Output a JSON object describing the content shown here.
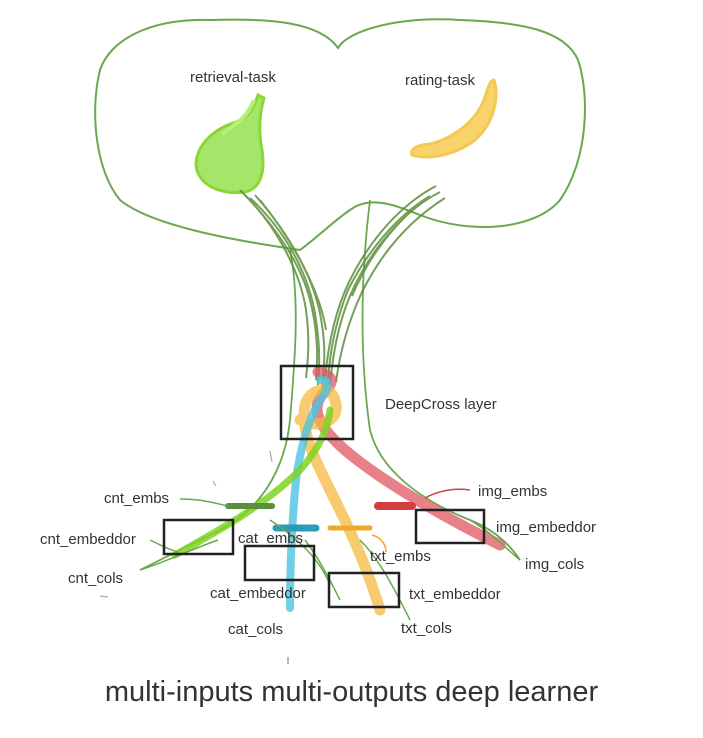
{
  "labels": {
    "retrieval_task": "retrieval-task",
    "rating_task": "rating-task",
    "deepcross_layer": "DeepCross layer",
    "cnt_embs": "cnt_embs",
    "cnt_embeddor": "cnt_embeddor",
    "cnt_cols": "cnt_cols",
    "cat_embs": "cat_embs",
    "cat_embeddor": "cat_embeddor",
    "cat_cols": "cat_cols",
    "txt_embs": "txt_embs",
    "txt_embeddor": "txt_embeddor",
    "txt_cols": "txt_cols",
    "img_embs": "img_embs",
    "img_embeddor": "img_embeddor",
    "img_cols": "img_cols"
  },
  "caption": "multi-inputs multi-outputs deep learner",
  "colors": {
    "outline": "#6aa84f",
    "trunk_strokes": "#5c8f3a",
    "retrieval_green": "#7ed321",
    "rating_yellow": "#f5c342",
    "cat_blue": "#4cc3e0",
    "txt_orange": "#f5b942",
    "img_red": "#e05561",
    "box": "#222222"
  }
}
